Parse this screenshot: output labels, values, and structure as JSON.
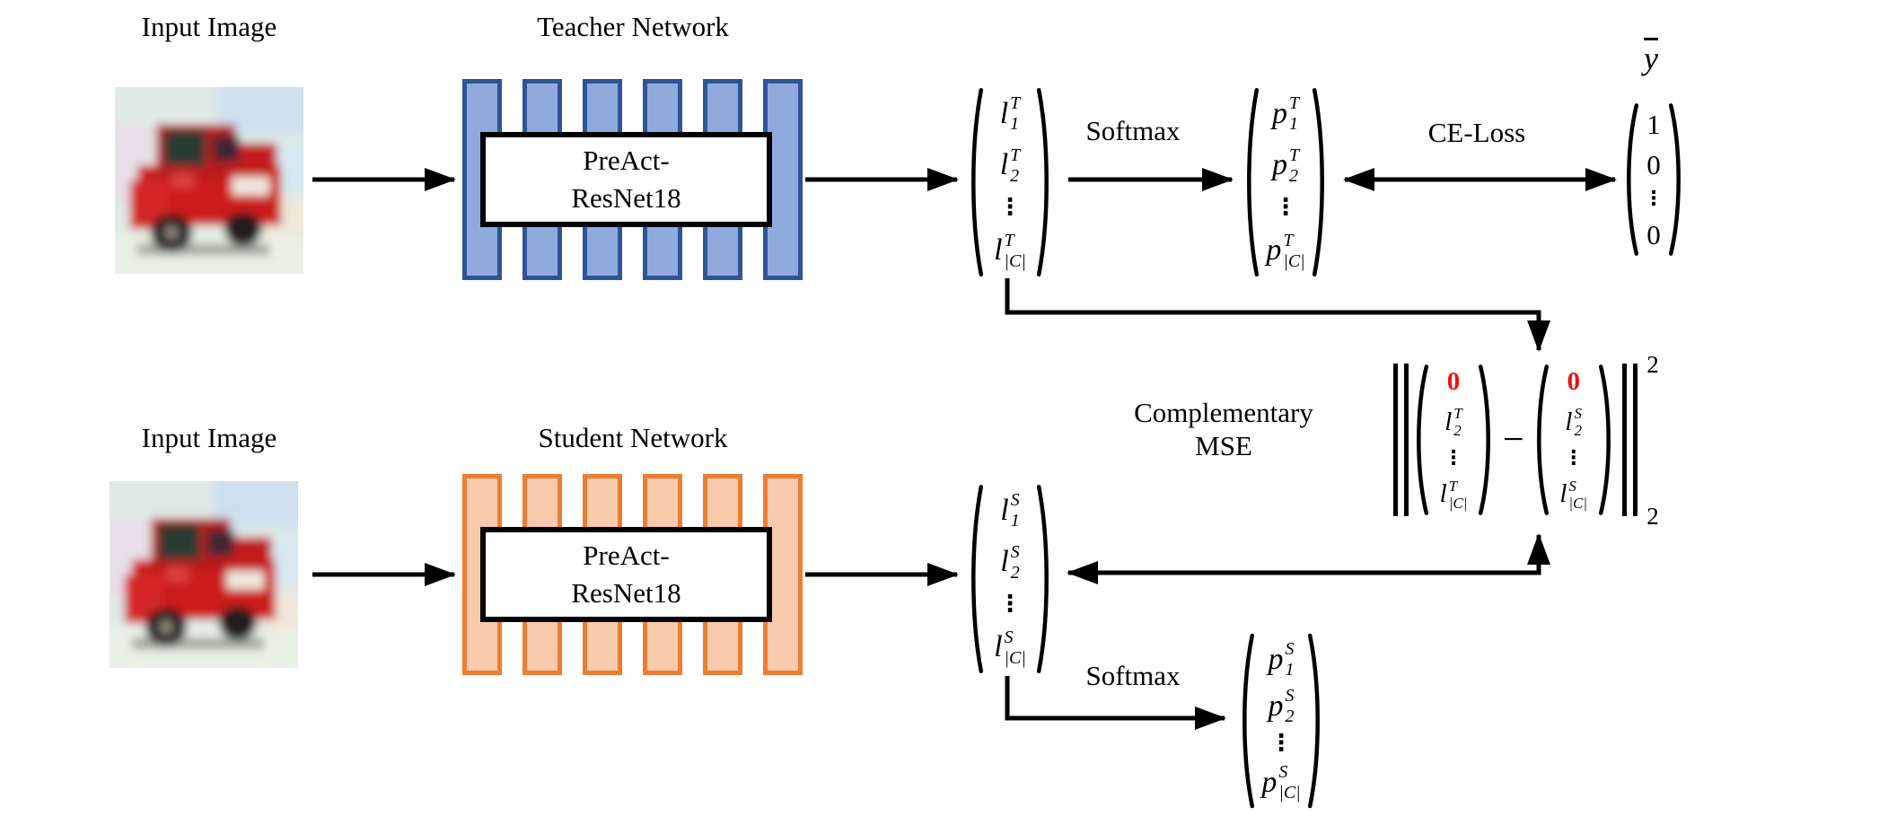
{
  "colors": {
    "teacher_bar_fill": "#8FAADC",
    "teacher_bar_border": "#2F5496",
    "student_bar_fill": "#F8CBAD",
    "student_bar_border": "#ED7D31",
    "highlight_zero": "#EE1010",
    "arrow": "#000000",
    "background": "#FFFFFF"
  },
  "labels": {
    "input_image_top": "Input Image",
    "input_image_bottom": "Input Image",
    "teacher_network": "Teacher Network",
    "student_network": "Student Network",
    "softmax_top": "Softmax",
    "softmax_bottom": "Softmax",
    "ce_loss": "CE-Loss",
    "complementary_line1": "Complementary",
    "complementary_line2": "MSE",
    "y_bar": "y"
  },
  "backbone": {
    "line1": "PreAct-",
    "line2": "ResNet18"
  },
  "vectors": {
    "teacher_logits": {
      "items": [
        {
          "base": "l",
          "sup": "T",
          "sub": "1"
        },
        {
          "base": "l",
          "sup": "T",
          "sub": "2"
        },
        {
          "dots": "⋮"
        },
        {
          "base": "l",
          "sup": "T",
          "sub": "|C|"
        }
      ]
    },
    "teacher_probs": {
      "items": [
        {
          "base": "p",
          "sup": "T",
          "sub": "1"
        },
        {
          "base": "p",
          "sup": "T",
          "sub": "2"
        },
        {
          "dots": "⋮"
        },
        {
          "base": "p",
          "sup": "T",
          "sub": "|C|"
        }
      ]
    },
    "onehot": {
      "items": [
        {
          "base": "1"
        },
        {
          "base": "0"
        },
        {
          "dots": "⋮"
        },
        {
          "base": "0"
        }
      ]
    },
    "student_logits": {
      "items": [
        {
          "base": "l",
          "sup": "S",
          "sub": "1"
        },
        {
          "base": "l",
          "sup": "S",
          "sub": "2"
        },
        {
          "dots": "⋮"
        },
        {
          "base": "l",
          "sup": "S",
          "sub": "|C|"
        }
      ]
    },
    "student_probs": {
      "items": [
        {
          "base": "p",
          "sup": "S",
          "sub": "1"
        },
        {
          "base": "p",
          "sup": "S",
          "sub": "2"
        },
        {
          "dots": "⋮"
        },
        {
          "base": "p",
          "sup": "S",
          "sub": "|C|"
        }
      ]
    }
  },
  "formula": {
    "teacher_vector": {
      "items": [
        {
          "base": "0",
          "highlight": true
        },
        {
          "base": "l",
          "sup": "T",
          "sub": "2"
        },
        {
          "dots": "⋮"
        },
        {
          "base": "l",
          "sup": "T",
          "sub": "|C|"
        }
      ]
    },
    "student_vector": {
      "items": [
        {
          "base": "0",
          "highlight": true
        },
        {
          "base": "l",
          "sup": "S",
          "sub": "2"
        },
        {
          "dots": "⋮"
        },
        {
          "base": "l",
          "sup": "S",
          "sub": "|C|"
        }
      ]
    },
    "minus": "−",
    "superscript": "2",
    "subscript": "2"
  }
}
